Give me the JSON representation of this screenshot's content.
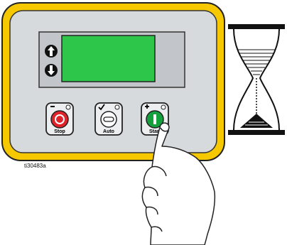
{
  "controller": {
    "buttons": [
      {
        "label": "Stop",
        "color": "#e0232a",
        "icon": "stop-circle-icon",
        "indicator": "minus"
      },
      {
        "label": "Auto",
        "color": "#ffffff",
        "icon": "auto-dash-icon",
        "indicator": "check"
      },
      {
        "label": "Start",
        "color": "#14a03c",
        "icon": "start-bar-icon",
        "indicator": "plus"
      }
    ],
    "nav_icons": [
      "arrow-up-icon",
      "arrow-down-icon"
    ],
    "screen_color": "#2ec54b",
    "bezel_color": "#f5c800"
  },
  "figure_label": "ti30483a",
  "hourglass_icon": "hourglass-icon",
  "hand_icon": "pointing-hand-icon"
}
